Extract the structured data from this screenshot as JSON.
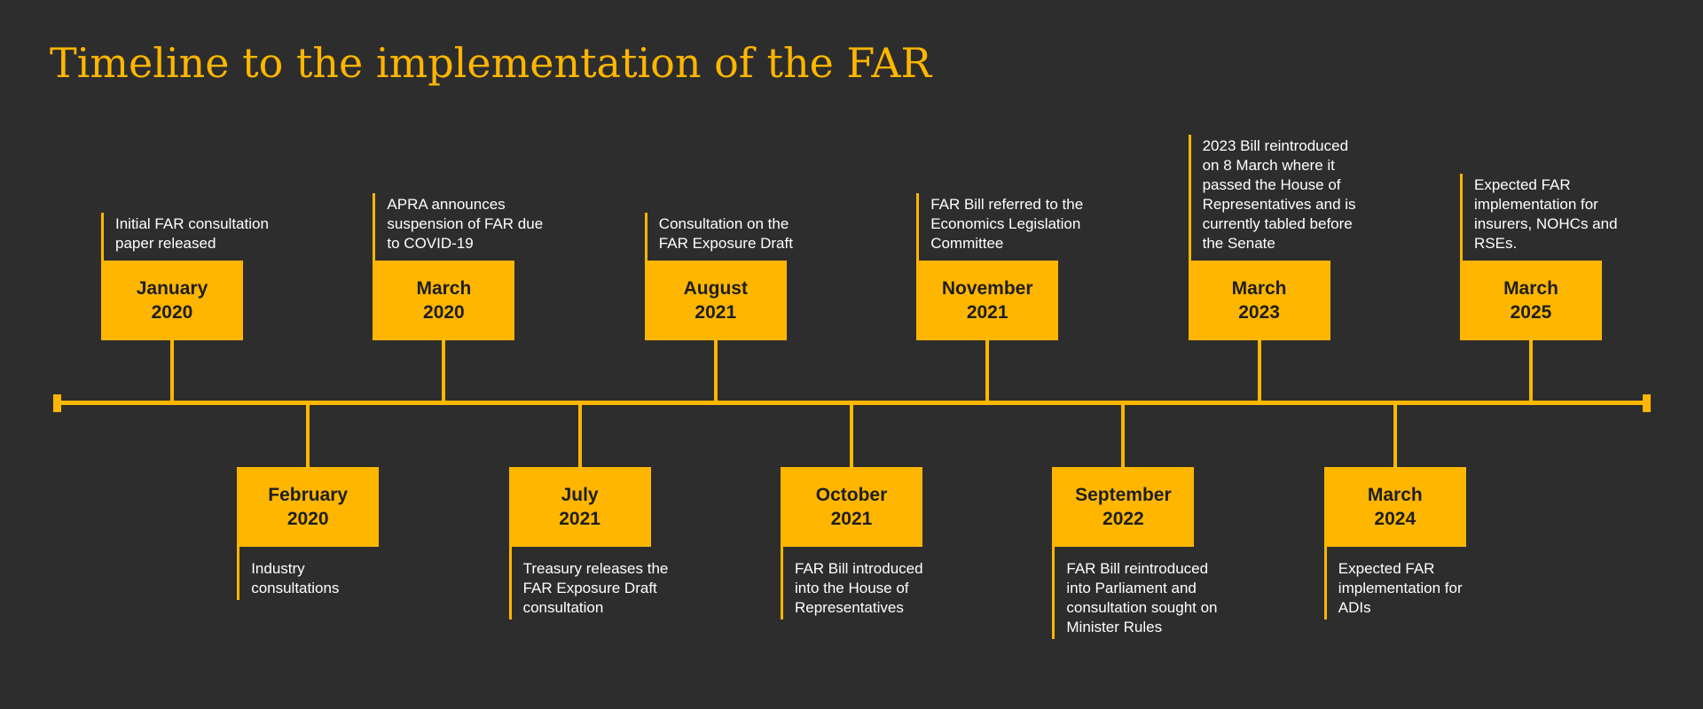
{
  "title": "Timeline to the implementation of the FAR",
  "colors": {
    "background": "#2d2d2d",
    "accent": "#ffb600",
    "text": "#ffffff",
    "box_text": "#1e1e1e"
  },
  "events": [
    {
      "date_line1": "January",
      "date_line2": "2020",
      "description": "Initial FAR consultation\npaper released",
      "position": "above"
    },
    {
      "date_line1": "February",
      "date_line2": "2020",
      "description": "Industry\nconsultations",
      "position": "below"
    },
    {
      "date_line1": "March",
      "date_line2": "2020",
      "description": "APRA announces\nsuspension of FAR due\nto COVID-19",
      "position": "above"
    },
    {
      "date_line1": "July",
      "date_line2": "2021",
      "description": "Treasury releases the\nFAR Exposure Draft\nconsultation",
      "position": "below"
    },
    {
      "date_line1": "August",
      "date_line2": "2021",
      "description": "Consultation on the\nFAR Exposure Draft",
      "position": "above"
    },
    {
      "date_line1": "October",
      "date_line2": "2021",
      "description": "FAR Bill introduced\ninto the House of\nRepresentatives",
      "position": "below"
    },
    {
      "date_line1": "November",
      "date_line2": "2021",
      "description": "FAR Bill referred to the\nEconomics Legislation\nCommittee",
      "position": "above"
    },
    {
      "date_line1": "September",
      "date_line2": "2022",
      "description": "FAR Bill reintroduced\ninto Parliament and\nconsultation sought on\nMinister Rules",
      "position": "below"
    },
    {
      "date_line1": "March",
      "date_line2": "2023",
      "description": "2023 Bill reintroduced\non 8 March where it\npassed the House of\nRepresentatives and is\ncurrently tabled before\nthe Senate",
      "position": "above"
    },
    {
      "date_line1": "March",
      "date_line2": "2024",
      "description": "Expected FAR\nimplementation for\nADIs",
      "position": "below"
    },
    {
      "date_line1": "March",
      "date_line2": "2025",
      "description": "Expected FAR\nimplementation for\ninsurers, NOHCs and\nRSEs.",
      "position": "above"
    }
  ]
}
